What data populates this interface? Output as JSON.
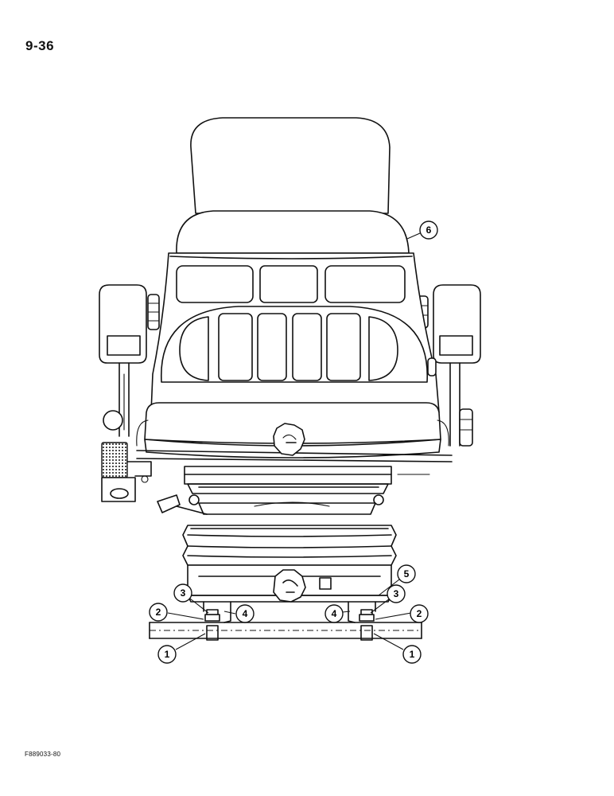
{
  "page": {
    "number": "9-36",
    "figure_code": "F889033-80"
  },
  "callouts": [
    {
      "id": "c1-left",
      "label": "1"
    },
    {
      "id": "c1-right",
      "label": "1"
    },
    {
      "id": "c2-left",
      "label": "2"
    },
    {
      "id": "c2-right",
      "label": "2"
    },
    {
      "id": "c3-left",
      "label": "3"
    },
    {
      "id": "c3-right",
      "label": "3"
    },
    {
      "id": "c4-left",
      "label": "4"
    },
    {
      "id": "c4-right",
      "label": "4"
    },
    {
      "id": "c5",
      "label": "5"
    },
    {
      "id": "c6",
      "label": "6"
    }
  ]
}
